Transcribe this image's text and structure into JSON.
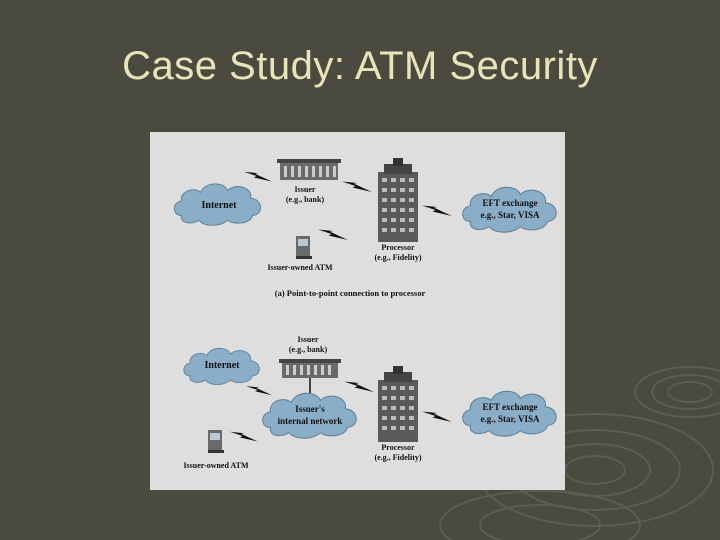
{
  "slide": {
    "title": "Case Study: ATM Security"
  },
  "diagram_a": {
    "internet": "Internet",
    "issuer": "Issuer",
    "issuer_sub": "(e.g., bank)",
    "processor": "Processor",
    "processor_sub": "(e.g., Fidelity)",
    "eft_line1": "EFT exchange",
    "eft_line2": "e.g., Star, VISA",
    "atm": "Issuer-owned ATM",
    "caption": "(a) Point-to-point connection to processor"
  },
  "diagram_b": {
    "issuer": "Issuer",
    "issuer_sub": "(e.g., bank)",
    "internet": "Internet",
    "network_line1": "Issuer's",
    "network_line2": "internal network",
    "eft_line1": "EFT exchange",
    "eft_line2": "e.g., Star, VISA",
    "processor": "Processor",
    "processor_sub": "(e.g., Fidelity)",
    "atm": "Issuer-owned ATM"
  },
  "colors": {
    "background": "#4b4a3f",
    "title": "#e7e4b8",
    "cloud": "#8aaec8",
    "figure_bg": "#dddedd"
  }
}
